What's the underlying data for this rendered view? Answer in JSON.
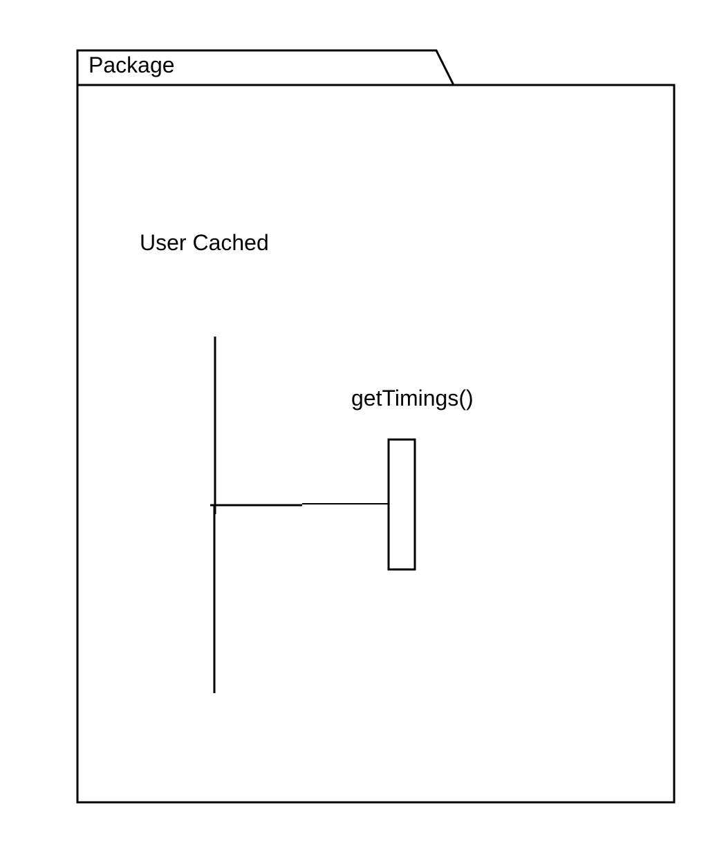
{
  "package": {
    "title": "Package"
  },
  "lifeline": {
    "label": "User Cached"
  },
  "message": {
    "label": "getTimings()"
  },
  "colors": {
    "stroke": "#000000",
    "background": "#ffffff"
  }
}
